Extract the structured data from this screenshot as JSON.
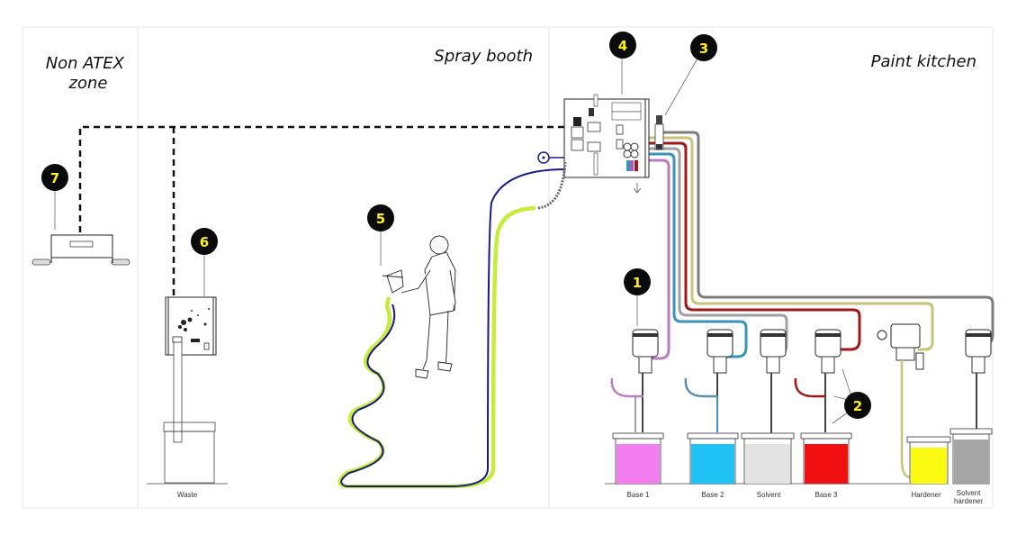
{
  "title": "Paint system installation layout",
  "zones": [
    {
      "id": "non-atex",
      "label_lines": [
        "Non ATEX",
        "zone"
      ]
    },
    {
      "id": "spray-booth",
      "label_lines": [
        "Spray booth"
      ]
    },
    {
      "id": "paint-kitchen",
      "label_lines": [
        "Paint kitchen"
      ]
    }
  ],
  "badges": [
    {
      "number": "1",
      "refers_to": "base-1-pump"
    },
    {
      "number": "2",
      "refers_to": "base-3-valves"
    },
    {
      "number": "3",
      "refers_to": "manifold-valve"
    },
    {
      "number": "4",
      "refers_to": "mixing-panel"
    },
    {
      "number": "5",
      "refers_to": "spray-gun"
    },
    {
      "number": "6",
      "refers_to": "waste-cleaner"
    },
    {
      "number": "7",
      "refers_to": "control-box"
    }
  ],
  "containers": [
    {
      "label_lines": [
        "Waste"
      ],
      "fill": "#ffffff"
    },
    {
      "label_lines": [
        "Base 1"
      ],
      "fill": "#f27ef0"
    },
    {
      "label_lines": [
        "Base 2"
      ],
      "fill": "#1fc2f2"
    },
    {
      "label_lines": [
        "Solvent"
      ],
      "fill": "#e3e3e3"
    },
    {
      "label_lines": [
        "Base 3"
      ],
      "fill": "#f01010"
    },
    {
      "label_lines": [
        "Hardener"
      ],
      "fill": "#fbfb12"
    },
    {
      "label_lines": [
        "Solvent",
        "hardener"
      ],
      "fill": "#a5a5a5"
    }
  ],
  "hose_colors": {
    "base1": "#b87cc0",
    "base2": "#3a93b8",
    "solvent": "#a0a0a0",
    "base3": "#a01818",
    "hardener": "#c8c47a",
    "solvent_hardener": "#7d7d7d",
    "gun_fluid": "#1a1a8a",
    "gun_air": "#c6ec3c",
    "signal": "#111111"
  }
}
